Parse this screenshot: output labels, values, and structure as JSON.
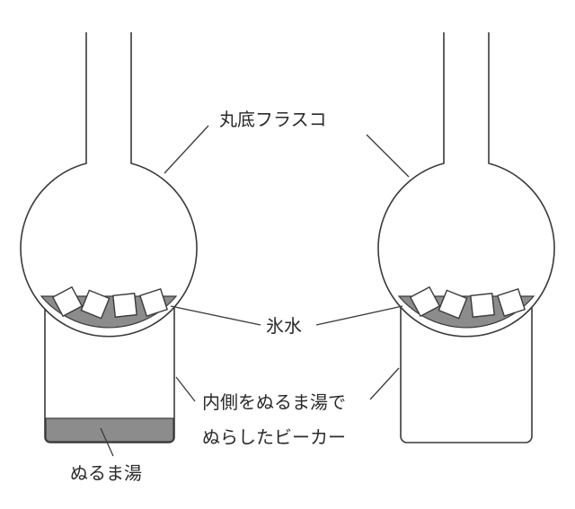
{
  "labels": {
    "flask": "丸底フラスコ",
    "ice_water": "氷水",
    "wet_beaker_line1": "内側をぬるま湯で",
    "wet_beaker_line2": "ぬらしたビーカー",
    "lukewarm_water": "ぬるま湯"
  },
  "colors": {
    "line": "#3a3a3a",
    "water": "#8c8c8c",
    "ice": "#ffffff",
    "background": "#ffffff"
  }
}
